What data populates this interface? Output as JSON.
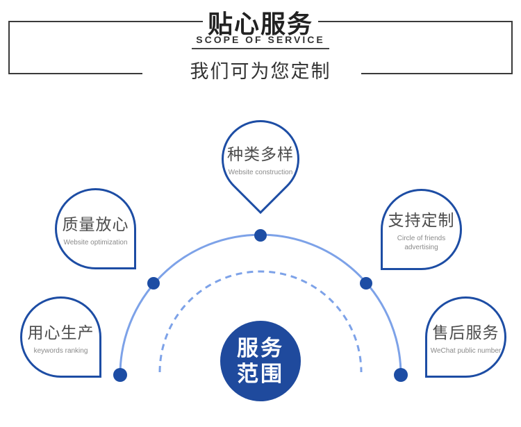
{
  "header": {
    "title": "贴心服务",
    "subtitle": "SCOPE OF SERVICE",
    "tagline": "我们可为您定制"
  },
  "center_badge": {
    "line1": "服务",
    "line2": "范围"
  },
  "balloons": [
    {
      "title": "种类多样",
      "subtitle": "Website construction",
      "position": "top"
    },
    {
      "title": "质量放心",
      "subtitle": "Website optimization",
      "position": "upper-left"
    },
    {
      "title": "用心生产",
      "subtitle": "keywords ranking",
      "position": "lower-left"
    },
    {
      "title": "支持定制",
      "subtitle": "Circle of friends advertising",
      "position": "upper-right"
    },
    {
      "title": "售后服务",
      "subtitle": "WeChat public number",
      "position": "lower-right"
    }
  ],
  "colors": {
    "accent_dark_blue": "#1d4da4",
    "arc_light_blue": "#7da2e8",
    "center_circle_blue": "#1f4a9d",
    "heading_text": "#222222",
    "bubble_text": "#4c4c4c",
    "bubble_subtext": "#8a8a8a"
  }
}
